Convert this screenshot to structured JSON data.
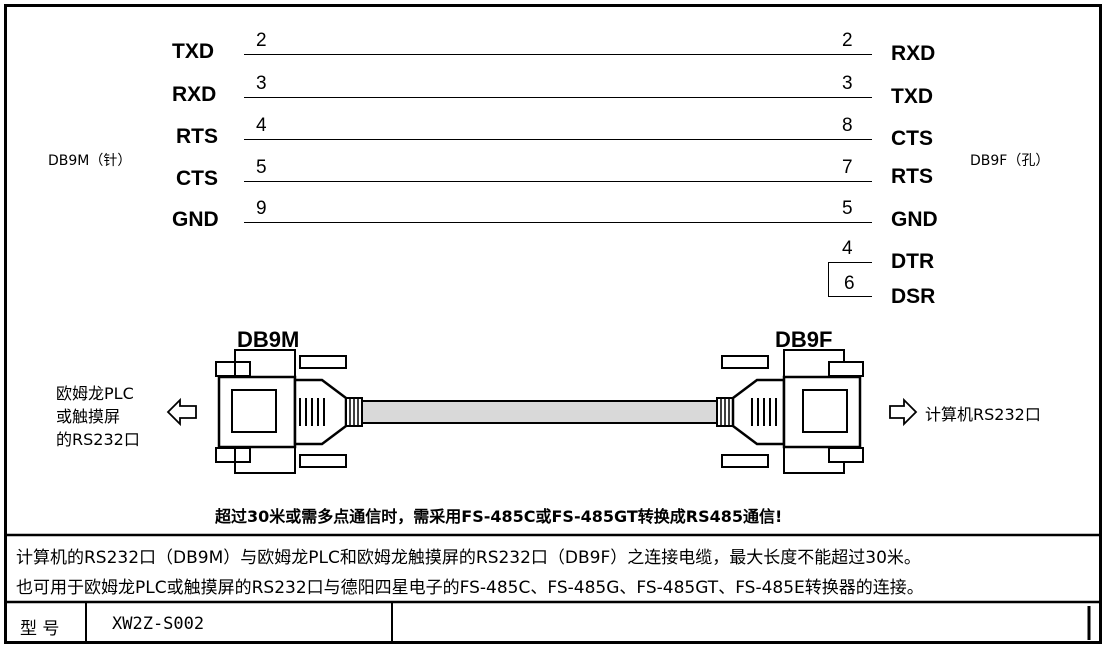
{
  "connectors": {
    "left_label": "DB9M（针）",
    "right_label": "DB9F（孔）",
    "left_plug_title": "DB9M",
    "right_plug_title": "DB9F"
  },
  "wires": [
    {
      "left_signal": "TXD",
      "left_pin": "2",
      "right_pin": "2",
      "right_signal": "RXD"
    },
    {
      "left_signal": "RXD",
      "left_pin": "3",
      "right_pin": "3",
      "right_signal": "TXD"
    },
    {
      "left_signal": "RTS",
      "left_pin": "4",
      "right_pin": "8",
      "right_signal": "CTS"
    },
    {
      "left_signal": "CTS",
      "left_pin": "5",
      "right_pin": "7",
      "right_signal": "RTS"
    },
    {
      "left_signal": "GND",
      "left_pin": "9",
      "right_pin": "5",
      "right_signal": "GND"
    }
  ],
  "jumper": {
    "pin_a": "4",
    "signal_a": "DTR",
    "pin_b": "6",
    "signal_b": "DSR"
  },
  "left_target": {
    "line1": "欧姆龙PLC",
    "line2": "或触摸屏",
    "line3": "的RS232口"
  },
  "right_target": "计算机RS232口",
  "note": "超过30米或需多点通信时，需采用FS-485C或FS-485GT转换成RS485通信!",
  "description": {
    "line1": "计算机的RS232口（DB9M）与欧姆龙PLC和欧姆龙触摸屏的RS232口（DB9F）之连接电缆，最大长度不能超过30米。",
    "line2": "也可用于欧姆龙PLC或触摸屏的RS232口与德阳四星电子的FS-485C、FS-485G、FS-485GT、FS-485E转换器的连接。"
  },
  "model": {
    "label": "型 号",
    "value": "XW2Z-S002"
  },
  "colors": {
    "ink": "#000000",
    "cable": "#d9d9d9",
    "background": "#ffffff"
  }
}
